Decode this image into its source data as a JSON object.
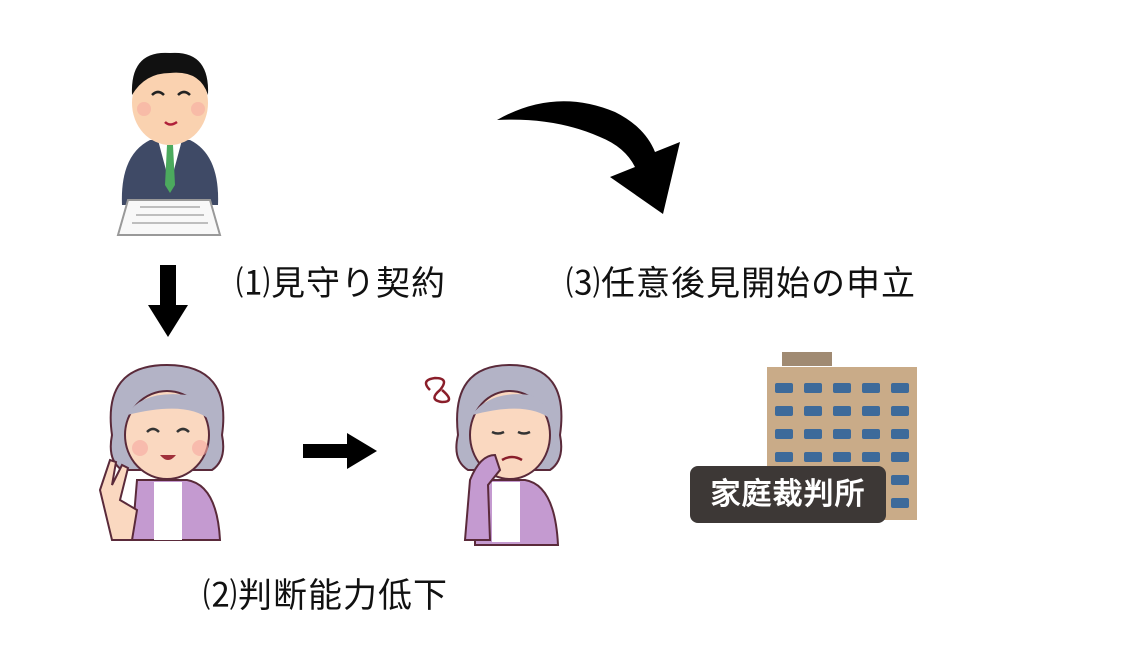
{
  "steps": {
    "step1": "⑴見守り契約",
    "step2": "⑵判断能力低下",
    "step3": "⑶任意後見開始の申立"
  },
  "court": {
    "sign": "家庭裁判所"
  },
  "colors": {
    "suit": "#3f4a66",
    "tie": "#4caa5e",
    "hair_woman": "#b3b3c6",
    "cardigan": "#c49ad0",
    "building": "#c9ab88",
    "window": "#3d6a9a",
    "sign_bg": "#3d3836"
  }
}
